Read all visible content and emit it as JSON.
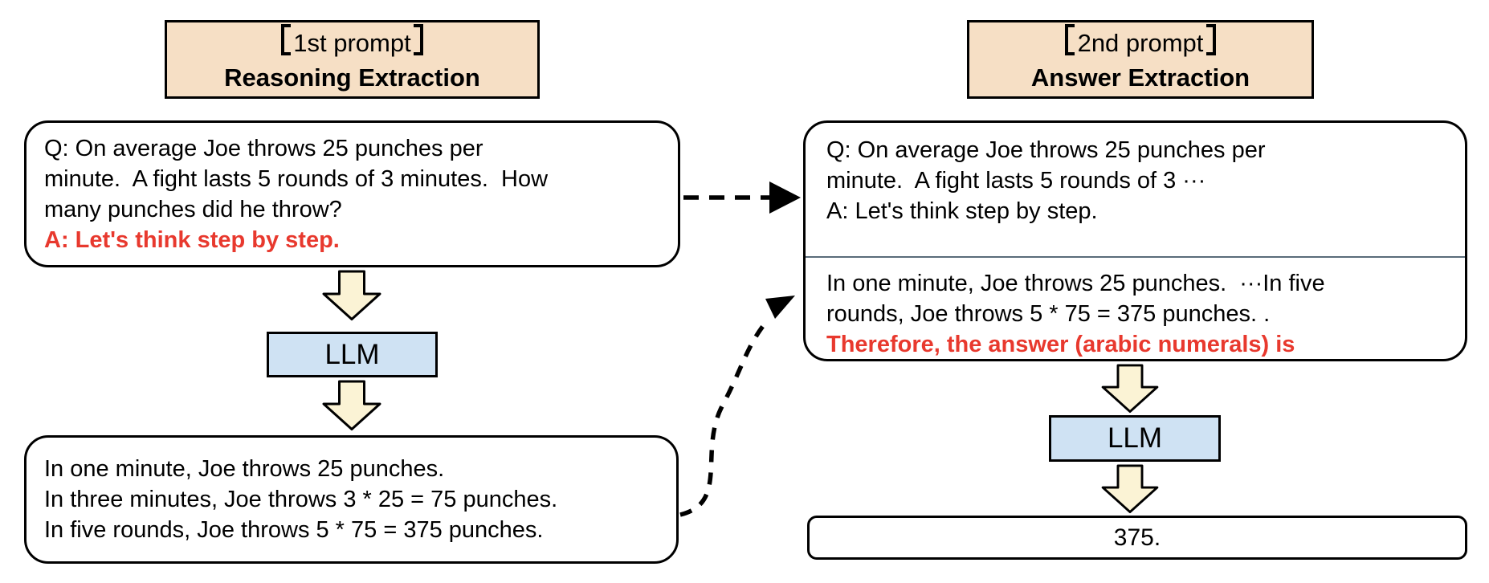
{
  "colors": {
    "header_bg": "#f6dfc5",
    "llm_bg": "#cfe2f3",
    "arrow_fill": "#fbf3d5",
    "red": "#e8392e",
    "divider": "#5a6b7a",
    "border": "#000000",
    "box_bg": "#ffffff"
  },
  "left": {
    "header": {
      "bracket_left": "【",
      "label": "1st prompt",
      "bracket_right": "】",
      "title": "Reasoning Extraction"
    },
    "prompt_box": {
      "question": "Q: On average Joe throws 25 punches per\nminute.  A fight lasts 5 rounds of 3 minutes.  How\nmany punches did he throw?",
      "cot_trigger": "A: Let's think step by step."
    },
    "llm_label": "LLM",
    "output_box": {
      "lines": [
        "In one minute, Joe throws 25 punches.",
        "In three minutes, Joe throws 3 * 25 = 75 punches.",
        "In five rounds, Joe throws 5 * 75 = 375 punches."
      ]
    }
  },
  "right": {
    "header": {
      "bracket_left": "【",
      "label": "2nd prompt",
      "bracket_right": "】",
      "title": "Answer Extraction"
    },
    "prompt_box": {
      "question_truncated": "Q: On average Joe throws 25 punches per\nminute.  A fight lasts 5 rounds of 3 ···",
      "cot_trigger": "A: Let's think step by step.",
      "reasoning_truncated": "In one minute, Joe throws 25 punches.  ···In five\nrounds, Joe throws 5 * 75 = 375 punches. .",
      "answer_trigger": "Therefore, the answer (arabic numerals) is"
    },
    "llm_label": "LLM",
    "answer_box": {
      "value": "375."
    }
  }
}
